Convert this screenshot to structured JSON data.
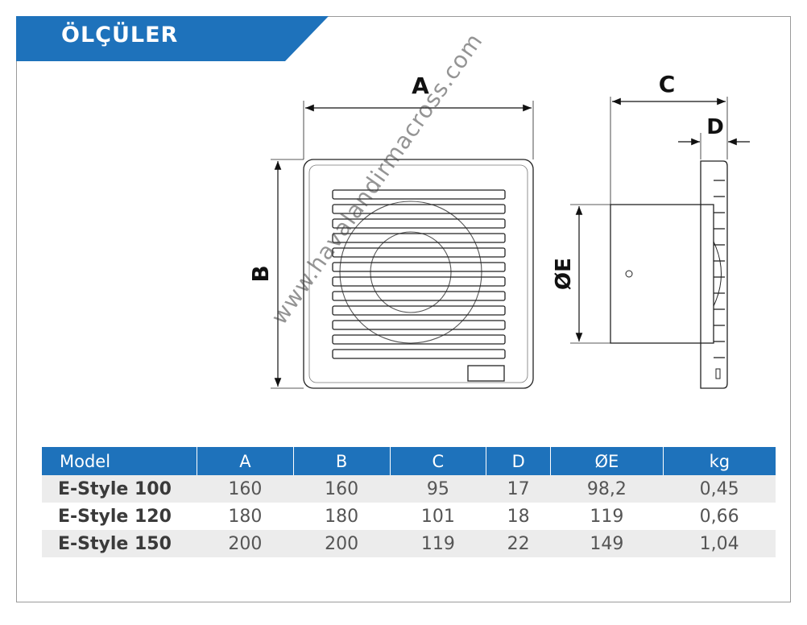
{
  "header": {
    "title": "ÖLÇÜLER"
  },
  "diagram": {
    "labels": {
      "a": "A",
      "b": "B",
      "c": "C",
      "d": "D",
      "e": "ØE"
    }
  },
  "watermark": "www.havalandirmacross.com",
  "table": {
    "columns": [
      "Model",
      "A",
      "B",
      "C",
      "D",
      "ØE",
      "kg"
    ],
    "rows": [
      [
        "E-Style 100",
        "160",
        "160",
        "95",
        "17",
        "98,2",
        "0,45"
      ],
      [
        "E-Style 120",
        "180",
        "180",
        "101",
        "18",
        "119",
        "0,66"
      ],
      [
        "E-Style 150",
        "200",
        "200",
        "119",
        "22",
        "149",
        "1,04"
      ]
    ]
  },
  "colors": {
    "accent": "#1e72bb",
    "frame": "#9a9a9a",
    "shade": "#ececec"
  }
}
